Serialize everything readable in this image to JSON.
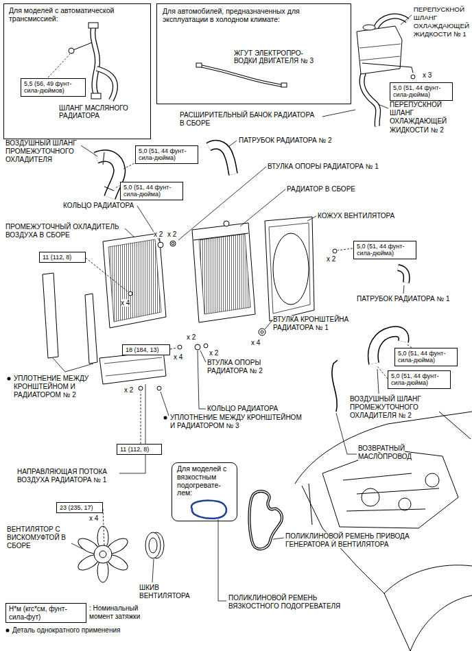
{
  "diagram": {
    "nodes": [
      {
        "text": [
          "Для моделей с автоматической трансмиссией:",
          "ШЛАНГ МАСЛЯНОГО РАДИАТОРА"
        ]
      },
      {
        "text": [
          "5,5 (56, 49 фунт- сила-дюймов)"
        ],
        "in": 0
      },
      {
        "text": [
          "Для автомобилей, предназначенных для эксплуатации в холодном климате:",
          "ЖГУТ ЭЛЕКТРОПРО- ВОДКИ ДВИГАТЕЛЯ № 3"
        ]
      },
      {
        "text": [
          "5,0 (51, 44 фунт- сила-дюйма)"
        ]
      },
      {
        "text": [
          "5,0 (51, 44 фунт- сила-дюйма)"
        ]
      },
      {
        "text": [
          "5,0 (51, 44 фунт- сила-дюйма)"
        ]
      },
      {
        "text": [
          "11 (112, 8)"
        ]
      },
      {
        "text": [
          "5,0 (51, 44 фунт- сила-дюйма)"
        ]
      },
      {
        "text": [
          "18 (184, 13)"
        ]
      },
      {
        "text": [
          "5,0 (51, 44 фунт- сила-дюйма)"
        ]
      },
      {
        "text": [
          "5,0 (51, 44 фунт- сила-дюйма)"
        ]
      },
      {
        "text": [
          "11 (112, 8)"
        ]
      },
      {
        "text": [
          "Для моделей с вязкостным подогревате- лем:"
        ]
      },
      {
        "text": [
          "23 (235, 17)"
        ]
      },
      {
        "text": [
          "Н*м (кгс*см, фунт- сила-фут)"
        ]
      }
    ],
    "labels": [
      "ПЕРЕПУСКНОЙ ШЛАНГ ОХЛАЖДАЮЩЕЙ ЖИДКОСТИ № 1",
      "x 3",
      "ПЕРЕПУСКНОЙ ШЛАНГ ОХЛАЖДАЮЩЕЙ ЖИДКОСТИ № 2",
      "РАСШИРИТЕЛЬНЫЙ БАЧОК РАДИАТОРА В СБОРЕ",
      "ВОЗДУШНЫЙ ШЛАНГ ПРОМЕЖУТОЧНОГО ОХЛАДИТЕЛЯ",
      "ПАТРУБОК РАДИАТОРА № 2",
      "ВТУЛКА ОПОРЫ РАДИАТОРА № 1",
      "РАДИАТОР В СБОРЕ",
      "КОЛЬЦО РАДИАТОРА",
      "ПРОМЕЖУТОЧНЫЙ ОХЛАДИТЕЛЬ ВОЗДУХА В СБОРЕ",
      "КОЖУХ ВЕНТИЛЯТОРА",
      "x 2",
      "x 2",
      "x 2",
      "x 4",
      "ПАТРУБОК РАДИАТОРА № 1",
      "ВТУЛКА КРОНШТЕЙНА РАДИАТОРА № 1",
      "x 4",
      "x 2",
      "x 4",
      "x 2",
      "ВТУЛКА ОПОРЫ РАДИАТОРА № 2",
      "x 2",
      "УПЛОТНЕНИЕ МЕЖДУ КРОНШТЕЙНОМ И РАДИАТОРОМ № 2",
      "КОЛЬЦО РАДИАТОРА",
      "ВОЗДУШНЫЙ ШЛАНГ ПРОМЕЖУТОЧНОГО ОХЛАДИТЕЛЯ № 2",
      "УПЛОТНЕНИЕ МЕЖДУ КРОНШТЕЙНОМ И РАДИАТОРОМ № 3",
      "ВОЗВРАТНЫЙ МАСЛОПРОВОД",
      "НАПРАВЛЯЮЩАЯ ПОТОКА ВОЗДУХА РАДИАТОРА № 1",
      "x 4",
      "ВЕНТИЛЯТОР С ВИСКОМУФТОЙ В СБОРЕ",
      "ПОЛИКЛИНОВОЙ РЕМЕНЬ ПРИВОДА ГЕНЕРАТОРА И ВЕНТИЛЯТОРА",
      "ШКИВ ВЕНТИЛЯТОРА",
      "ПОЛИКЛИНОВОЙ РЕМЕНЬ ВЯЗКОСТНОГО ПОДОГРЕВАТЕЛЯ"
    ],
    "legend": [
      {
        "text": ": Номинальный момент затяжки"
      },
      {
        "text": "Деталь однократного применения"
      }
    ]
  }
}
